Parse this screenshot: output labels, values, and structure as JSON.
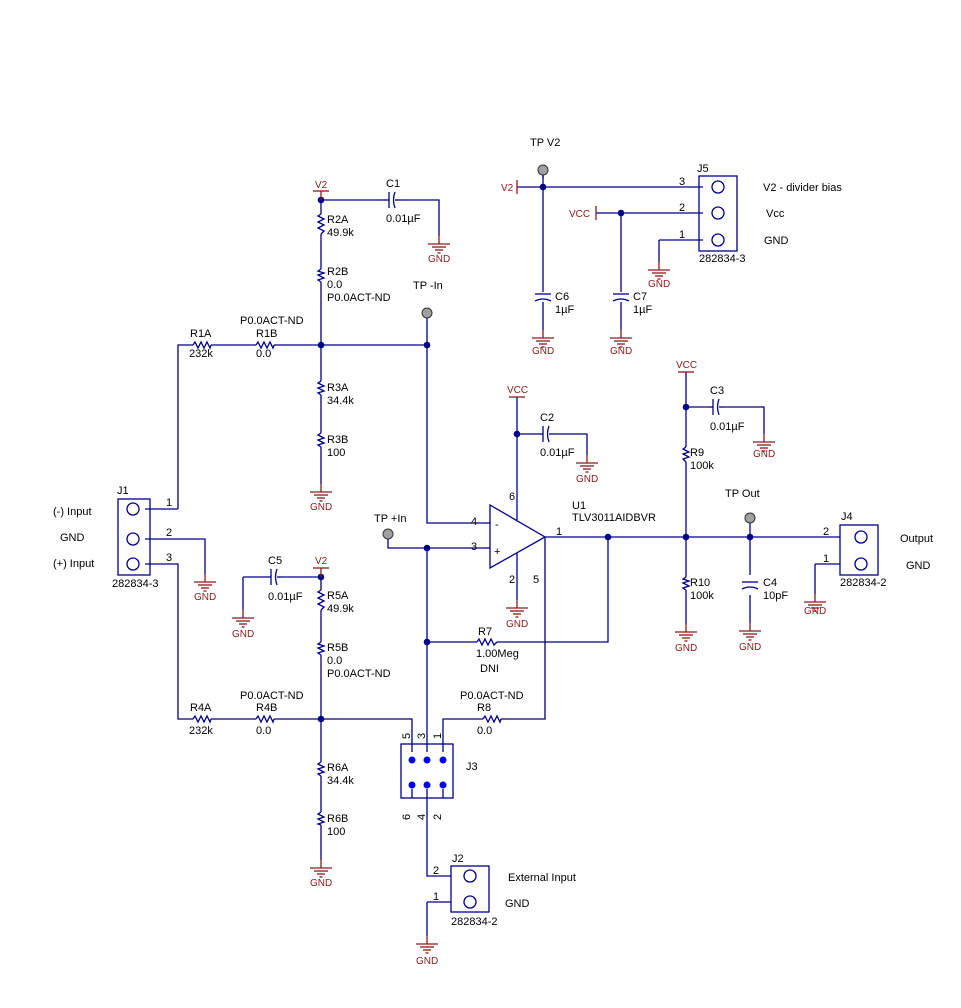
{
  "colors": {
    "wire": "#00008b",
    "power": "#8b1a1a",
    "pin": "#0000ee",
    "testpoint": "#a0a0a0"
  },
  "power_labels": {
    "v2": "V2",
    "vcc": "VCC",
    "gnd": "GND"
  },
  "test_points": {
    "tp_v2": "TP V2",
    "tp_in_neg": "TP -In",
    "tp_in_pos": "TP +In",
    "tp_out": "TP Out"
  },
  "resistors": {
    "r1a": {
      "ref": "R1A",
      "value": "232k"
    },
    "r1b": {
      "ref": "R1B",
      "value": "0.0",
      "pn": "P0.0ACT-ND"
    },
    "r2a": {
      "ref": "R2A",
      "value": "49.9k"
    },
    "r2b": {
      "ref": "R2B",
      "value": "0.0",
      "pn": "P0.0ACT-ND"
    },
    "r3a": {
      "ref": "R3A",
      "value": "34.4k"
    },
    "r3b": {
      "ref": "R3B",
      "value": "100"
    },
    "r4a": {
      "ref": "R4A",
      "value": "232k"
    },
    "r4b": {
      "ref": "R4B",
      "value": "0.0",
      "pn": "P0.0ACT-ND"
    },
    "r5a": {
      "ref": "R5A",
      "value": "49.9k"
    },
    "r5b": {
      "ref": "R5B",
      "value": "0.0",
      "pn": "P0.0ACT-ND"
    },
    "r6a": {
      "ref": "R6A",
      "value": "34.4k"
    },
    "r6b": {
      "ref": "R6B",
      "value": "100"
    },
    "r7": {
      "ref": "R7",
      "value": "1.00Meg",
      "note": "DNI"
    },
    "r8": {
      "ref": "R8",
      "value": "0.0",
      "pn": "P0.0ACT-ND"
    },
    "r9": {
      "ref": "R9",
      "value": "100k"
    },
    "r10": {
      "ref": "R10",
      "value": "100k"
    }
  },
  "capacitors": {
    "c1": {
      "ref": "C1",
      "value": "0.01µF"
    },
    "c2": {
      "ref": "C2",
      "value": "0.01µF"
    },
    "c3": {
      "ref": "C3",
      "value": "0.01µF"
    },
    "c4": {
      "ref": "C4",
      "value": "10pF"
    },
    "c5": {
      "ref": "C5",
      "value": "0.01µF"
    },
    "c6": {
      "ref": "C6",
      "value": "1µF"
    },
    "c7": {
      "ref": "C7",
      "value": "1µF"
    }
  },
  "opamp": {
    "ref": "U1",
    "part": "TLV3011AIDBVR",
    "pins": {
      "in_neg": "4",
      "in_pos": "3",
      "out": "1",
      "vcc": "6",
      "gnd": "2",
      "pin5": "5"
    },
    "neg_sign": "-",
    "pos_sign": "+"
  },
  "connectors": {
    "j1": {
      "ref": "J1",
      "part": "282834-3",
      "labels": [
        "(-) Input",
        "GND",
        "(+) Input"
      ],
      "pins": [
        "1",
        "2",
        "3"
      ]
    },
    "j2": {
      "ref": "J2",
      "part": "282834-2",
      "labels": [
        "External Input",
        "GND"
      ],
      "pins": [
        "2",
        "1"
      ]
    },
    "j3": {
      "ref": "J3",
      "top_pins": [
        "5",
        "3",
        "1"
      ],
      "bottom_pins": [
        "6",
        "4",
        "2"
      ]
    },
    "j4": {
      "ref": "J4",
      "part": "282834-2",
      "labels": [
        "Output",
        "GND"
      ],
      "pins": [
        "2",
        "1"
      ]
    },
    "j5": {
      "ref": "J5",
      "part": "282834-3",
      "labels": [
        "V2 - divider bias",
        "Vcc",
        "GND"
      ],
      "pins": [
        "3",
        "2",
        "1"
      ]
    }
  }
}
